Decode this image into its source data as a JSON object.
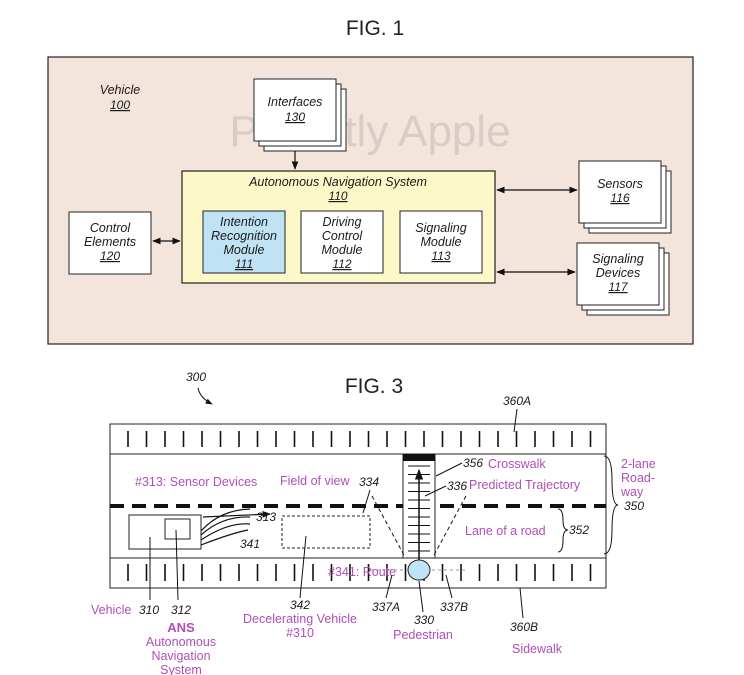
{
  "fig1": {
    "title": "FIG. 1",
    "watermark": "Patently Apple",
    "vehicle": {
      "label": "Vehicle",
      "num": "100"
    },
    "interfaces": {
      "label": "Interfaces",
      "num": "130"
    },
    "ans": {
      "label": "Autonomous Navigation System",
      "num": "110"
    },
    "intention": {
      "l1": "Intention",
      "l2": "Recognition",
      "l3": "Module",
      "num": "111"
    },
    "driving": {
      "l1": "Driving",
      "l2": "Control",
      "l3": "Module",
      "num": "112"
    },
    "signaling_module": {
      "l1": "Signaling",
      "l2": "Module",
      "num": "113"
    },
    "control": {
      "l1": "Control",
      "l2": "Elements",
      "num": "120"
    },
    "sensors": {
      "label": "Sensors",
      "num": "116"
    },
    "signaling_devices": {
      "l1": "Signaling",
      "l2": "Devices",
      "num": "117"
    },
    "colors": {
      "bg": "#f3e4dc",
      "ans": "#fdf8c8",
      "highlight": "#bfe3f5"
    }
  },
  "fig3": {
    "title": "FIG. 3",
    "ref300": "300",
    "ref360a": "360A",
    "ref360b": "360B",
    "sensor_devices": "#313: Sensor Devices",
    "field_of_view": "Field of view",
    "ref334": "334",
    "ref356": "356",
    "crosswalk": "Crosswalk",
    "ref336": "336",
    "predicted": "Predicted Trajectory",
    "roadway_l1": "2-lane",
    "roadway_l2": "Road-",
    "roadway_l3": "way",
    "ref350": "350",
    "ref313": "313",
    "ref341": "341",
    "lane": "Lane of a road",
    "ref352": "352",
    "route": "#341: Route",
    "vehicle": "Vehicle",
    "ref310": "310",
    "ref312": "312",
    "ans": "ANS",
    "ans_l1": "Autonomous",
    "ans_l2": "Navigation",
    "ans_l3": "System",
    "ref342": "342",
    "decel_l1": "Decelerating Vehicle",
    "decel_l2": "#310",
    "ref337a": "337A",
    "ref330": "330",
    "ref337b": "337B",
    "pedestrian": "Pedestrian",
    "sidewalk": "Sidewalk",
    "colors": {
      "annotation": "#b04fb8",
      "pedestrian": "#bfe3f5"
    }
  }
}
